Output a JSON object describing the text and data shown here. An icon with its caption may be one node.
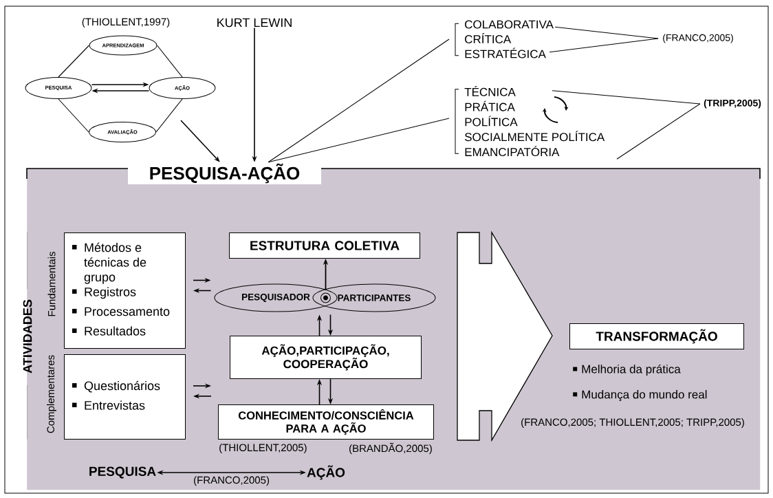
{
  "diagram": {
    "nodes": [
      {
        "text": [
          "APRENDIZAGEM"
        ],
        "beside": [
          "(THIOLLENT,1997)"
        ]
      },
      {
        "text": [
          "PESQUISA"
        ]
      },
      {
        "text": [
          "AÇÃO"
        ]
      },
      {
        "text": [
          "AVALIAÇÃO"
        ]
      },
      {
        "text": [
          "KURT LEWIN"
        ]
      },
      {
        "text": [
          "COLABORATIVA",
          "CRÍTICA",
          "ESTRATÉGICA"
        ]
      },
      {
        "text": [
          "(FRANCO,2005)"
        ]
      },
      {
        "text": [
          "TÉCNICA",
          "PRÁTICA",
          "POLÍTICA",
          "SOCIALMENTE POLÍTICA",
          "EMANCIPATÓRIA"
        ]
      },
      {
        "text": [
          "(TRIPP,2005)"
        ]
      },
      {
        "text": [
          "PESQUISA-AÇÃO"
        ]
      },
      {
        "text": [
          "Métodos e técnicas de grupo",
          "Registros",
          "Processamento",
          "Resultados"
        ],
        "beside": [
          "Fundamentais"
        ],
        "in": 9
      },
      {
        "text": [
          "Questionários",
          "Entrevistas"
        ],
        "beside": [
          "Complementares"
        ],
        "in": 9
      },
      {
        "text": [
          "ESTRUTURA COLETIVA"
        ],
        "in": 9
      },
      {
        "text": [
          "PESQUISADOR"
        ],
        "in": 9
      },
      {
        "text": [
          "PARTICIPANTES"
        ],
        "in": 9
      },
      {
        "text": [
          "AÇÃO,PARTICIPAÇÃO, COOPERAÇÃO"
        ],
        "in": 9
      },
      {
        "text": [
          "CONHECIMENTO/CONSCIÊNCIA PARA A AÇÃO"
        ],
        "beside": [
          "(THIOLLENT,2005)",
          "(BRANDÃO,2005)"
        ],
        "in": 9
      },
      {
        "text": [],
        "shape": "arrow",
        "in": 9
      },
      {
        "text": [
          "TRANSFORMAÇÃO"
        ],
        "beside": [
          "Melhoria da prática",
          "Mudança do mundo real"
        ],
        "in": 9
      },
      {
        "text": [
          "PESQUISA"
        ],
        "in": 9
      },
      {
        "text": [
          "AÇÃO"
        ],
        "in": 9
      }
    ],
    "edges": [
      {
        "from": 0,
        "to": 1,
        "arrow": "none"
      },
      {
        "from": 0,
        "to": 2,
        "arrow": "none"
      },
      {
        "from": 1,
        "to": 3,
        "arrow": "none"
      },
      {
        "from": 3,
        "to": 2,
        "arrow": "none"
      },
      {
        "from": 1,
        "to": 2,
        "arrow": "to"
      },
      {
        "from": 2,
        "to": 1,
        "arrow": "to"
      },
      {
        "from": null,
        "to": 9,
        "arrow": "to"
      },
      {
        "from": 4,
        "to": 9,
        "arrow": "to"
      },
      {
        "from": 9,
        "to": 5,
        "arrow": "none"
      },
      {
        "from": 9,
        "to": 7,
        "arrow": "none"
      },
      {
        "from": 5,
        "to": 6,
        "arrow": "none"
      },
      {
        "from": 5,
        "to": 6,
        "arrow": "none"
      },
      {
        "from": 7,
        "to": 8,
        "arrow": "none"
      },
      {
        "from": 7,
        "to": 8,
        "arrow": "none"
      },
      {
        "from": 10,
        "to": 13,
        "arrow": "to"
      },
      {
        "from": 13,
        "to": 10,
        "arrow": "to"
      },
      {
        "from": 11,
        "to": 16,
        "arrow": "to"
      },
      {
        "from": 16,
        "to": 11,
        "arrow": "to"
      },
      {
        "from": 13,
        "to": 12,
        "arrow": "to"
      },
      {
        "from": 14,
        "to": 12,
        "arrow": "to"
      },
      {
        "from": 15,
        "to": 13,
        "arrow": "to"
      },
      {
        "from": 14,
        "to": 15,
        "arrow": "to"
      },
      {
        "from": 16,
        "to": 15,
        "arrow": "to"
      },
      {
        "from": 15,
        "to": 16,
        "arrow": "to"
      },
      {
        "from": 19,
        "to": 20,
        "arrow": "both",
        "label": "(FRANCO,2005)"
      }
    ],
    "labels": [
      "ATIVIDADES",
      "(FRANCO,2005; THIOLLENT,2005; TRIPP,2005)"
    ]
  }
}
